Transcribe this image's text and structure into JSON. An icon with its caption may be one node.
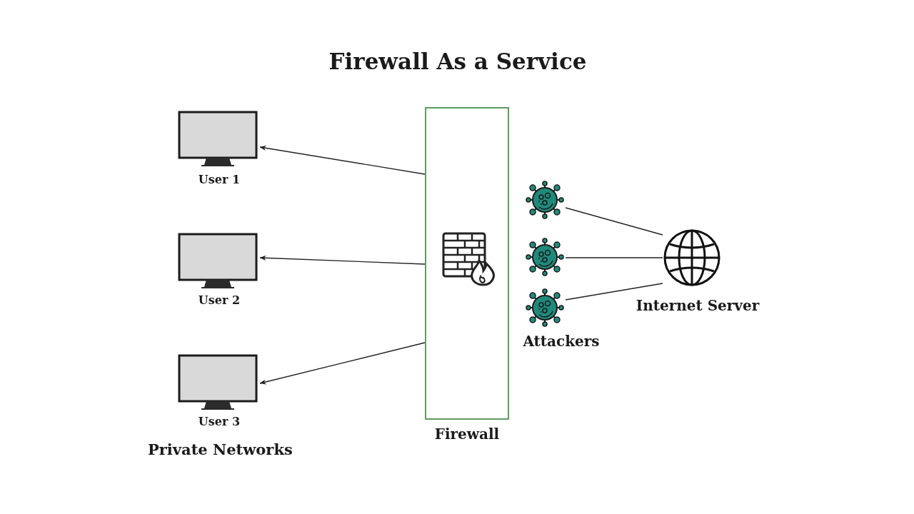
{
  "diagram": {
    "title": "Firewall As a Service",
    "nodes": [
      {
        "text": [],
        "shape": "monitor",
        "beside": [
          "User 1"
        ]
      },
      {
        "text": [],
        "shape": "monitor",
        "beside": [
          "User 2"
        ]
      },
      {
        "text": [],
        "shape": "monitor",
        "beside": [
          "User 3"
        ]
      },
      {
        "text": [],
        "shape": "box",
        "beside": [
          "Firewall"
        ]
      },
      {
        "text": [],
        "shape": "picture"
      },
      {
        "text": [],
        "shape": "picture"
      },
      {
        "text": [],
        "shape": "picture"
      },
      {
        "text": [],
        "shape": "picture",
        "beside": [
          "Internet Server"
        ]
      }
    ],
    "edges": [
      {
        "from": 3,
        "to": 0,
        "arrow": "to"
      },
      {
        "from": 3,
        "to": 1,
        "arrow": "to"
      },
      {
        "from": 3,
        "to": 2,
        "arrow": "to"
      },
      {
        "from": 4,
        "to": 7,
        "arrow": "none"
      },
      {
        "from": 5,
        "to": 7,
        "arrow": "none"
      },
      {
        "from": 6,
        "to": 7,
        "arrow": "none"
      }
    ],
    "labels": [
      "Attackers",
      "Private Networks"
    ]
  }
}
